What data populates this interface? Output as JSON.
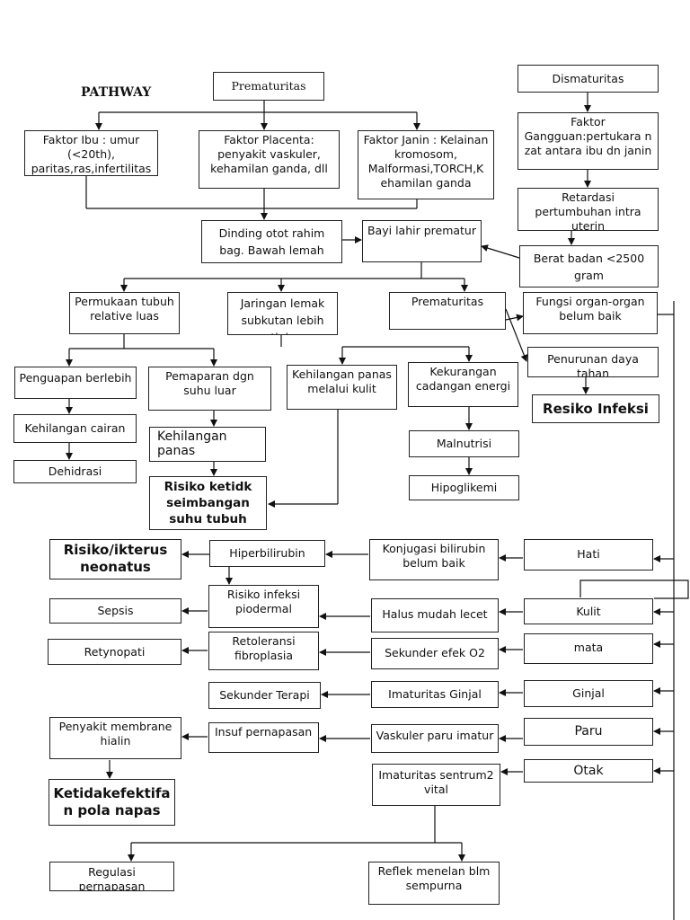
{
  "title": "PATHWAY",
  "nodes": {
    "prematuritas_top": "Prematuritas",
    "dismaturitas": "Dismaturitas",
    "faktor_ibu": "Faktor Ibu : umur (<20th), paritas,ras,infertilitas",
    "faktor_placenta": "Faktor Placenta: penyakit vaskuler, kehamilan ganda, dll",
    "faktor_janin": "Faktor Janin : Kelainan kromosom, Malformasi,TORCH,K ehamilan ganda",
    "faktor_gangguan": "Faktor Gangguan:pertukara n zat antara ibu dn janin",
    "retardasi": "Retardasi pertumbuhan intra uterin",
    "dinding_otot": "Dinding otot rahim bag. Bawah lemah",
    "bayi_lahir": "Bayi lahir prematur",
    "berat_badan": "Berat badan <2500 gram",
    "permukaan_tubuh": "Permukaan tubuh relative luas",
    "jaringan_lemak": "Jaringan lemak subkutan lebih tipis",
    "prematuritas_mid": "Prematuritas",
    "fungsi_organ": "Fungsi organ-organ belum baik",
    "penurunan_daya": "Penurunan daya tahan",
    "resiko_infeksi": "Resiko Infeksi",
    "penguapan": "Penguapan berlebih",
    "pemaparan": "Pemaparan dgn suhu luar",
    "kehilangan_panas_kulit": "Kehilangan panas melalui kulit",
    "kekurangan_cadangan": "Kekurangan cadangan energi",
    "kehilangan_cairan": "Kehilangan cairan",
    "kehilangan_panas": "Kehilangan panas",
    "malnutrisi": "Malnutrisi",
    "dehidrasi": "Dehidrasi",
    "risiko_suhu": "Risiko ketidk seimbangan suhu tubuh",
    "hipoglikemi": "Hipoglikemi",
    "risiko_ikterus": "Risiko/ikterus neonatus",
    "hiperbilirubin": "Hiperbilirubin",
    "konjugasi": "Konjugasi bilirubin belum baik",
    "hati": "Hati",
    "sepsis": "Sepsis",
    "risiko_infeksi_piodermal": "Risiko infeksi piodermal",
    "halus_lecet": "Halus mudah lecet",
    "kulit": "Kulit",
    "retynopati": "Retynopati",
    "retoleransi": "Retoleransi fibroplasia",
    "sekunder_o2": "Sekunder efek O2",
    "mata": "mata",
    "sekunder_terapi": "Sekunder Terapi",
    "imaturitas_ginjal": "Imaturitas Ginjal",
    "ginjal": "Ginjal",
    "penyakit_membrane": "Penyakit membrane hialin",
    "insuf_pernapasan": "Insuf pernapasan",
    "vaskuler_paru": "Vaskuler paru imatur",
    "paru": "Paru",
    "otak": "Otak",
    "ketidakefektifan": "Ketidakefektifa n pola napas",
    "imaturitas_sentrum": "Imaturitas sentrum2 vital",
    "regulasi": "Regulasi pernapasan",
    "reflek_menelan": "Reflek menelan blm sempurna"
  }
}
